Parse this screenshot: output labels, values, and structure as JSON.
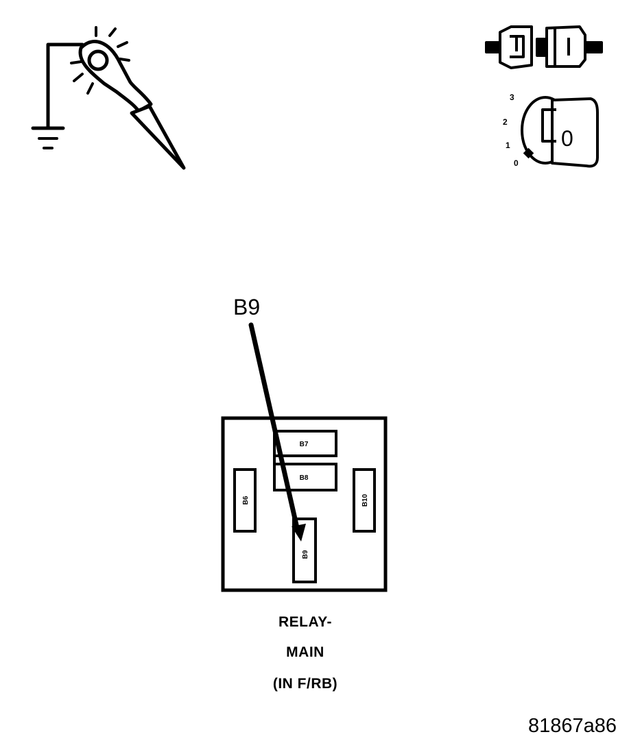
{
  "diagram": {
    "callout_label": "B9",
    "relay_terminals": {
      "top": "B7",
      "middle": "B8",
      "left": "B6",
      "right": "B10",
      "bottom": "B9"
    },
    "caption_lines": [
      "RELAY-",
      "MAIN",
      "(IN F/RB)"
    ],
    "figure_id": "81867a86",
    "ignition_positions": [
      "3",
      "2",
      "1",
      "0"
    ],
    "key_position_label": "0"
  },
  "icons": [
    "test-lamp-to-ground-icon",
    "disconnected-connector-icon",
    "ignition-key-off-icon"
  ]
}
